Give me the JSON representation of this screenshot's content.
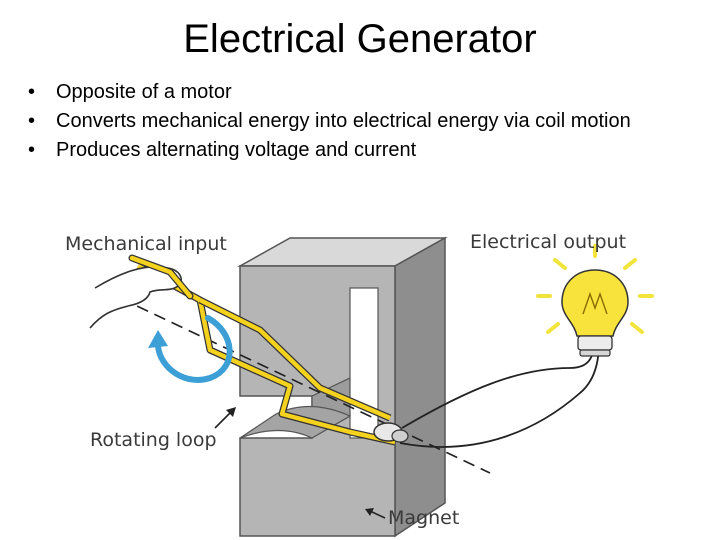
{
  "slide": {
    "title": "Electrical Generator",
    "bullets": [
      "Opposite of a motor",
      "Converts mechanical energy into electrical energy via coil motion",
      "Produces alternating voltage and current"
    ],
    "bullet_symbol": "•"
  },
  "figure": {
    "labels": {
      "mechanical_input": "Mechanical input",
      "electrical_output": "Electrical output",
      "rotating_loop": "Rotating loop",
      "magnet": "Magnet"
    },
    "colors": {
      "magnet": "#b5b5b5",
      "wire": "#f5d21e",
      "bulb_glow": "#f2e43a",
      "rotation_arrow": "#3c9fd6"
    }
  }
}
